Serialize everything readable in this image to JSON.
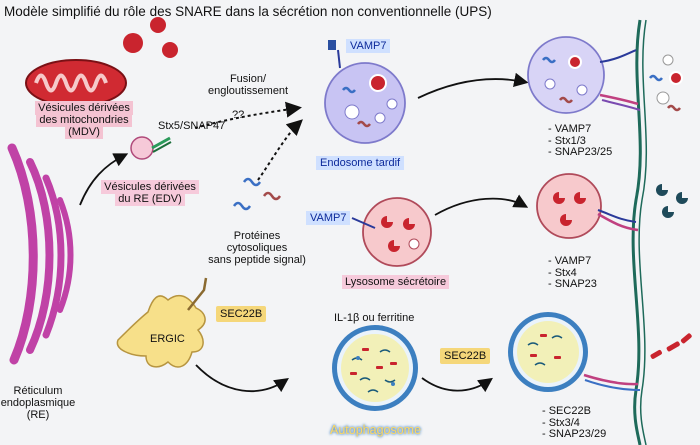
{
  "title": "Modèle simplifié du rôle des SNARE dans la sécrétion non conventionnelle (UPS)",
  "labels": {
    "mdv": [
      "Vésicules dérivées",
      "des mitochondries",
      "(MDV)"
    ],
    "stx5": "Stx5/SNAP47",
    "edv": [
      "Vésicules dérivées",
      "du RE (EDV)"
    ],
    "fusion": [
      "Fusion/",
      "engloutissement"
    ],
    "question": "??",
    "proteins": [
      "Protéines",
      "cytosoliques",
      "sans peptide signal)"
    ],
    "vamp7_late": "VAMP7",
    "late_endosome": "Endosome tardif",
    "vamp7_lyso": "VAMP7",
    "lysosome": "Lysosome sécrétoire",
    "er": [
      "Réticulum",
      "endoplasmique",
      "(RE)"
    ],
    "ergic": "ERGIC",
    "sec22b_ergic": "SEC22B",
    "il1b": "IL-1β ou ferritine",
    "sec22b_auto": "SEC22B",
    "autophagosome": "Autophagosome"
  },
  "lists": {
    "endosome": [
      "- VAMP7",
      "- Stx1/3",
      "- SNAP23/25"
    ],
    "lysosome": [
      "- VAMP7",
      "- Stx4",
      "- SNAP23"
    ],
    "autophagosome": [
      "- SEC22B",
      "- Stx3/4",
      "- SNAP23/29"
    ]
  },
  "colors": {
    "mitochondria": "#d02a32",
    "er": "#c042a6",
    "endosome_fill": "#c8c4f3",
    "lysosome_fill": "#f7c9cc",
    "autophagosome_ring": "#3c7fc0",
    "autophagosome_fill": "#f2f0b8",
    "membrane": "#1e6a5a"
  }
}
